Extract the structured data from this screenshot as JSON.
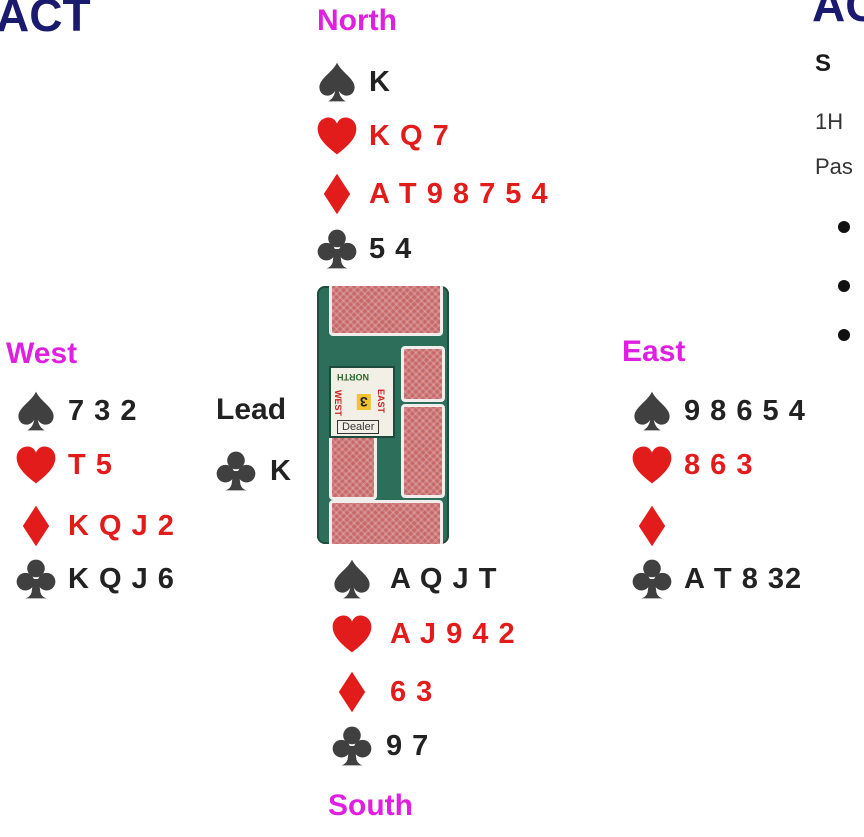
{
  "header": {
    "left_title": "ACT",
    "right_title": "AC"
  },
  "board": {
    "north_label": "NORTH",
    "west_label": "WEST",
    "east_label": "EAST",
    "number": "3",
    "dealer": "Dealer"
  },
  "lead": {
    "label": "Lead",
    "card": "K",
    "suit": "club"
  },
  "hands": {
    "north": {
      "name": "North",
      "spades": "K",
      "hearts": "K Q 7",
      "diamonds": "A T 9 8 7 5 4",
      "clubs": "5 4"
    },
    "west": {
      "name": "West",
      "spades": "7 3 2",
      "hearts": "T 5",
      "diamonds": "K Q J 2",
      "clubs": "K Q J 6"
    },
    "east": {
      "name": "East",
      "spades": "9 8 6 5 4",
      "hearts": "8 6 3",
      "diamonds": "",
      "clubs": "A T 8 32"
    },
    "south": {
      "name": "South",
      "spades": "A Q J T",
      "hearts": "A J 9 4 2",
      "diamonds": "6 3",
      "clubs": "9 7"
    }
  },
  "side_panel": {
    "header": "S",
    "line1": "1H",
    "line2": "Pas"
  },
  "colors": {
    "title": "#1a1a6e",
    "direction": "#e020e0",
    "red_suit": "#e21b1b",
    "black_suit": "#404040",
    "board_green": "#2c6e5a"
  },
  "icons": [
    "spade-icon",
    "heart-icon",
    "diamond-icon",
    "club-icon"
  ]
}
